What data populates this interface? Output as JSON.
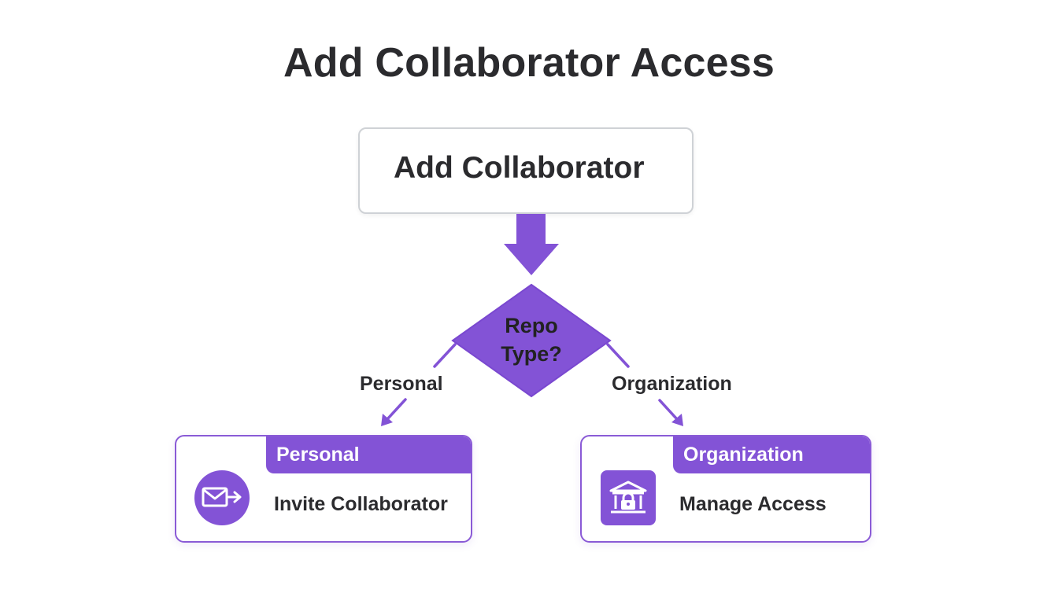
{
  "title": "Add Collaborator Access",
  "start_node": {
    "label": "Add Collaborator"
  },
  "decision": {
    "line1": "Repo",
    "line2": "Type?"
  },
  "branches": {
    "left_label": "Personal",
    "right_label": "Organization"
  },
  "cards": {
    "personal": {
      "tab": "Personal",
      "action": "Invite Collaborator",
      "icon": "mail-send-icon"
    },
    "organization": {
      "tab": "Organization",
      "action": "Manage Access",
      "icon": "bank-lock-icon"
    }
  },
  "colors": {
    "accent": "#8353d6",
    "box_border": "#cfd2d6",
    "text": "#2b2b2e"
  }
}
